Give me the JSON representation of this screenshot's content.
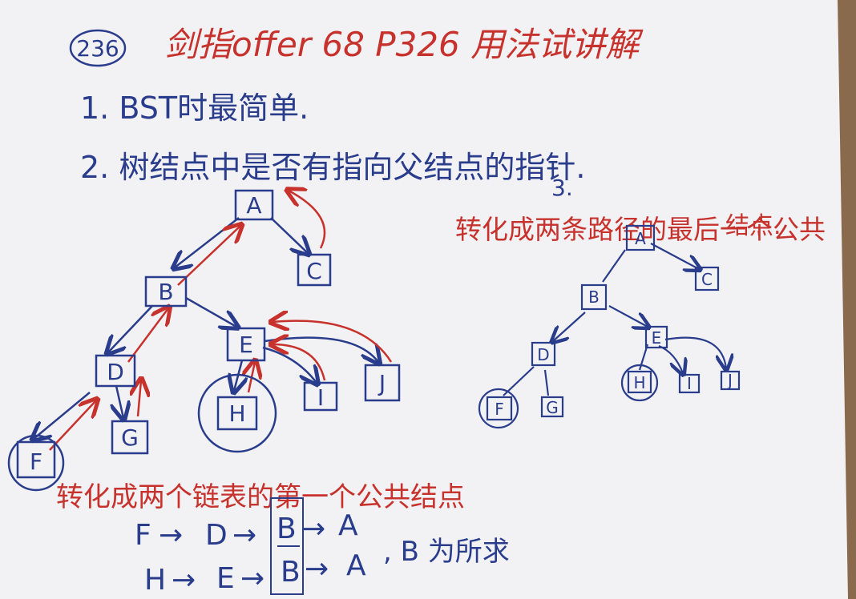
{
  "header": {
    "page_number": "236",
    "title": "剑指offer 68 P326 用法试讲解"
  },
  "notes": {
    "line1": "1. BST时最简单.",
    "line2": "2. 树结点中是否有指向父结点的指针.",
    "line3_num": "3.",
    "line3_text": "转化成两条路径的最后一个公共",
    "line3_text2": "结点."
  },
  "tree_left": {
    "nodes": {
      "A": "A",
      "B": "B",
      "C": "C",
      "D": "D",
      "E": "E",
      "F": "F",
      "G": "G",
      "H": "H",
      "I": "I",
      "J": "J"
    }
  },
  "tree_right": {
    "nodes": {
      "A": "A",
      "B": "B",
      "C": "C",
      "D": "D",
      "E": "E",
      "F": "F",
      "G": "G",
      "H": "H",
      "I": "I",
      "J": "J"
    }
  },
  "bottom": {
    "heading": "转化成两个链表的第一个公共结点",
    "list1_parts": [
      "F",
      "→",
      "D",
      "→",
      "B",
      "→",
      "A"
    ],
    "list2_parts": [
      "H",
      "→",
      "E",
      "→",
      "B",
      "→",
      "A"
    ],
    "answer": ", B 为所求"
  },
  "colors": {
    "paper": "#f3f3f6",
    "ink_red": "#c8322d",
    "ink_blue": "#2a3c8c",
    "table_wood": "#8a6a4c"
  }
}
